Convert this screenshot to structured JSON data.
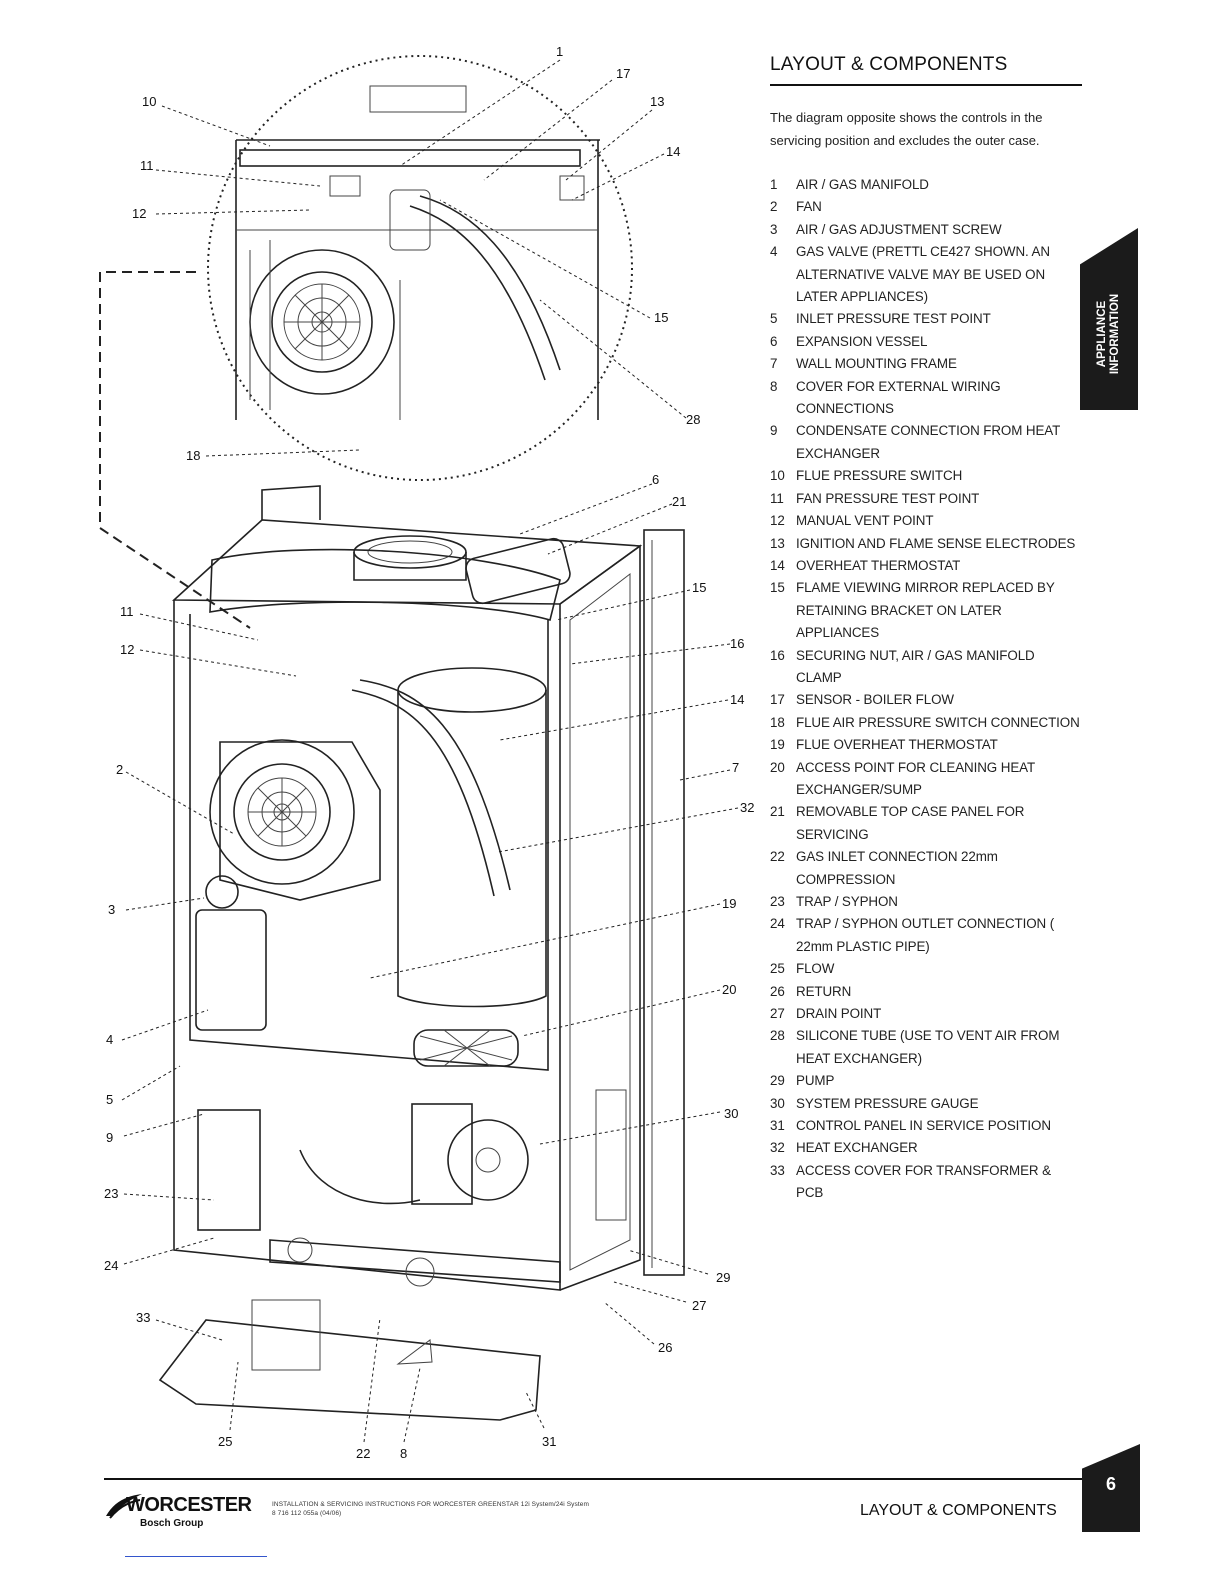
{
  "header": {
    "title": "LAYOUT & COMPONENTS"
  },
  "intro": "The diagram opposite shows the controls in the servicing position and excludes the outer case.",
  "components": [
    {
      "num": "1",
      "label": "AIR / GAS MANIFOLD"
    },
    {
      "num": "2",
      "label": "FAN"
    },
    {
      "num": "3",
      "label": "AIR / GAS ADJUSTMENT SCREW"
    },
    {
      "num": "4",
      "label": "GAS VALVE (PRETTL CE427 SHOWN. AN ALTERNATIVE VALVE MAY BE USED ON LATER APPLIANCES)"
    },
    {
      "num": "5",
      "label": "INLET PRESSURE TEST POINT"
    },
    {
      "num": "6",
      "label": "EXPANSION VESSEL"
    },
    {
      "num": "7",
      "label": "WALL MOUNTING FRAME"
    },
    {
      "num": "8",
      "label": "COVER FOR EXTERNAL WIRING CONNECTIONS"
    },
    {
      "num": "9",
      "label": "CONDENSATE CONNECTION FROM HEAT EXCHANGER"
    },
    {
      "num": "10",
      "label": "FLUE PRESSURE SWITCH"
    },
    {
      "num": "11",
      "label": "FAN PRESSURE TEST POINT"
    },
    {
      "num": "12",
      "label": "MANUAL VENT POINT"
    },
    {
      "num": "13",
      "label": "IGNITION AND FLAME SENSE ELECTRODES"
    },
    {
      "num": "14",
      "label": "OVERHEAT THERMOSTAT"
    },
    {
      "num": "15",
      "label": "FLAME VIEWING MIRROR REPLACED BY RETAINING BRACKET ON LATER APPLIANCES"
    },
    {
      "num": "16",
      "label": "SECURING NUT, AIR / GAS MANIFOLD CLAMP"
    },
    {
      "num": "17",
      "label": "SENSOR - BOILER FLOW"
    },
    {
      "num": "18",
      "label": "FLUE AIR PRESSURE SWITCH CONNECTION"
    },
    {
      "num": "19",
      "label": "FLUE OVERHEAT THERMOSTAT"
    },
    {
      "num": "20",
      "label": "ACCESS POINT FOR CLEANING HEAT EXCHANGER/SUMP"
    },
    {
      "num": "21",
      "label": "REMOVABLE TOP CASE PANEL FOR SERVICING"
    },
    {
      "num": "22",
      "label": "GAS INLET CONNECTION 22mm COMPRESSION"
    },
    {
      "num": "23",
      "label": "TRAP / SYPHON"
    },
    {
      "num": "24",
      "label": "TRAP / SYPHON OUTLET CONNECTION ( 22mm PLASTIC PIPE)"
    },
    {
      "num": "25",
      "label": "FLOW"
    },
    {
      "num": "26",
      "label": "RETURN"
    },
    {
      "num": "27",
      "label": "DRAIN POINT"
    },
    {
      "num": "28",
      "label": "SILICONE TUBE (USE TO VENT AIR FROM HEAT EXCHANGER)"
    },
    {
      "num": "29",
      "label": "PUMP"
    },
    {
      "num": "30",
      "label": "SYSTEM PRESSURE GAUGE"
    },
    {
      "num": "31",
      "label": "CONTROL PANEL IN SERVICE POSITION"
    },
    {
      "num": "32",
      "label": "HEAT EXCHANGER"
    },
    {
      "num": "33",
      "label": "ACCESS COVER FOR TRANSFORMER & PCB"
    }
  ],
  "side_tab": {
    "line1": "APPLIANCE",
    "line2": "INFORMATION"
  },
  "callouts": [
    {
      "text": "1"
    },
    {
      "text": "17"
    },
    {
      "text": "13"
    },
    {
      "text": "14"
    },
    {
      "text": "10"
    },
    {
      "text": "11"
    },
    {
      "text": "12"
    },
    {
      "text": "15"
    },
    {
      "text": "28"
    },
    {
      "text": "18"
    },
    {
      "text": "6"
    },
    {
      "text": "21"
    },
    {
      "text": "15"
    },
    {
      "text": "11"
    },
    {
      "text": "16"
    },
    {
      "text": "12"
    },
    {
      "text": "14"
    },
    {
      "text": "2"
    },
    {
      "text": "7"
    },
    {
      "text": "32"
    },
    {
      "text": "3"
    },
    {
      "text": "19"
    },
    {
      "text": "20"
    },
    {
      "text": "4"
    },
    {
      "text": "5"
    },
    {
      "text": "9"
    },
    {
      "text": "30"
    },
    {
      "text": "23"
    },
    {
      "text": "24"
    },
    {
      "text": "29"
    },
    {
      "text": "27"
    },
    {
      "text": "33"
    },
    {
      "text": "26"
    },
    {
      "text": "25"
    },
    {
      "text": "22"
    },
    {
      "text": "8"
    },
    {
      "text": "31"
    }
  ],
  "footer": {
    "brand": "WORCESTER",
    "brand_sub": "Bosch Group",
    "doc_line1": "INSTALLATION & SERVICING INSTRUCTIONS FOR WORCESTER GREENSTAR 12i System/24i System",
    "doc_line2": "8 716 112 055a (04/06)",
    "title": "LAYOUT & COMPONENTS",
    "page_number": "6"
  }
}
